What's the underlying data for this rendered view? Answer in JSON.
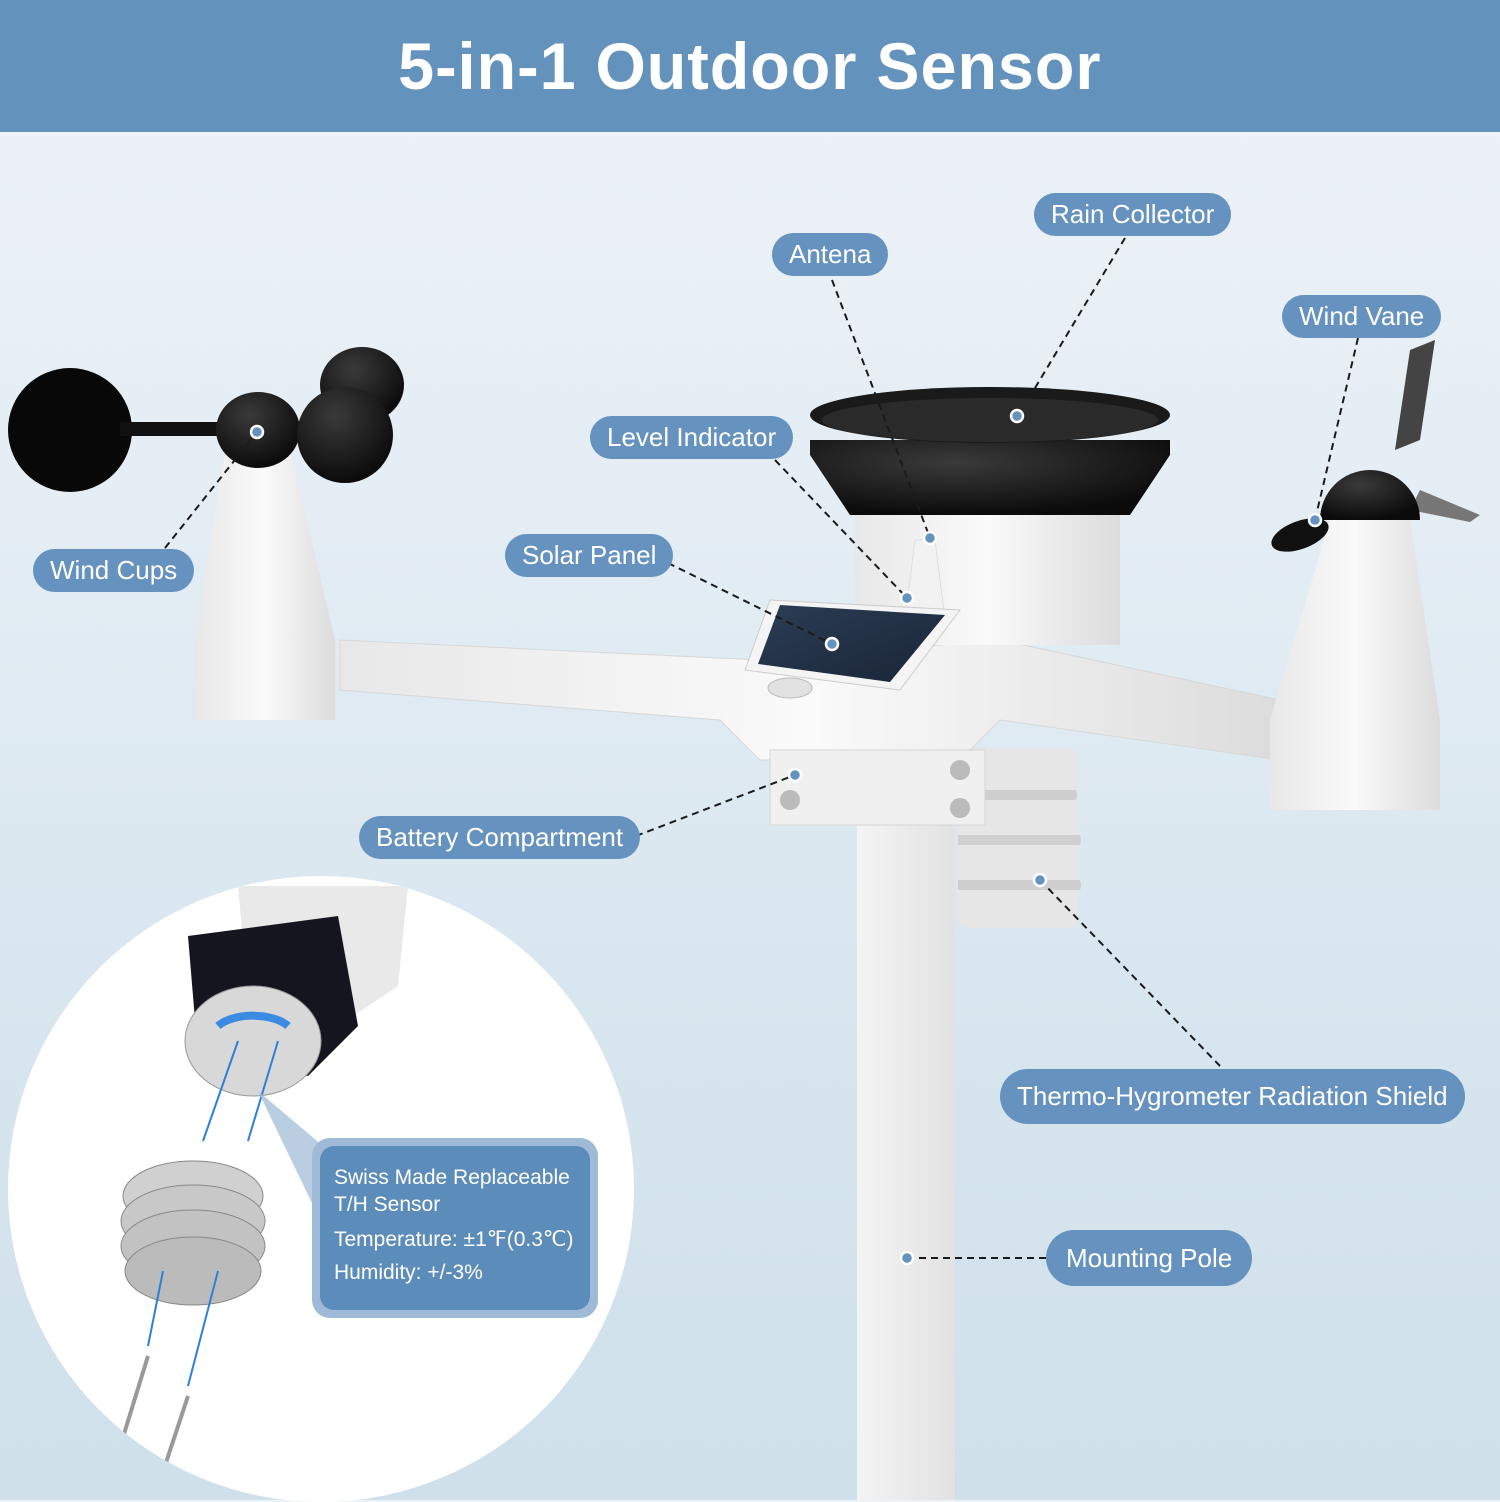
{
  "header": {
    "title": "5-in-1 Outdoor Sensor"
  },
  "colors": {
    "header_bg": "#6392bd",
    "pill_bg": "#6592bf",
    "background": "#e4edf4",
    "text": "#ffffff"
  },
  "labels": [
    {
      "id": "rain-collector",
      "text": "Rain Collector"
    },
    {
      "id": "antena",
      "text": "Antena"
    },
    {
      "id": "wind-vane",
      "text": "Wind Vane"
    },
    {
      "id": "level-indicator",
      "text": "Level Indicator"
    },
    {
      "id": "solar-panel",
      "text": "Solar Panel"
    },
    {
      "id": "wind-cups",
      "text": "Wind Cups"
    },
    {
      "id": "battery-compartment",
      "text": "Battery Compartment"
    },
    {
      "id": "thermo-hygrometer",
      "text": "Thermo-Hygrometer Radiation Shield"
    },
    {
      "id": "mounting-pole",
      "text": "Mounting Pole"
    }
  ],
  "inset": {
    "callout_title_line1": "Swiss Made Replaceable",
    "callout_title_line2": "T/H Sensor",
    "temperature": "Temperature: ±1℉(0.3℃)",
    "humidity": "Humidity: +/-3%"
  }
}
